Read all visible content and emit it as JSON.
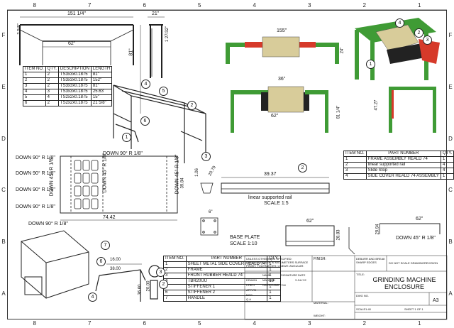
{
  "zones": {
    "top": [
      "8",
      "7",
      "6",
      "5",
      "4",
      "3",
      "2",
      "1"
    ],
    "side": [
      "F",
      "E",
      "D",
      "C",
      "B",
      "A"
    ]
  },
  "cut_list": {
    "headers": [
      "ITEM NO.",
      "QTY.",
      "DESCRIPTION",
      "LENGTH"
    ],
    "rows": [
      [
        "1",
        "2",
        "TS3x3x0.1875",
        "81\""
      ],
      [
        "2",
        "2",
        "TS3x3x0.1875",
        "152\""
      ],
      [
        "3",
        "2",
        "TS3x3x0.1875",
        "81\""
      ],
      [
        "4",
        "3",
        "TS3x3x0.1875",
        "25.63"
      ],
      [
        "5",
        "4",
        "TS2x2x0.1875",
        "15\""
      ],
      [
        "6",
        "2",
        "TS2x2x0.1875",
        "21 5/8\""
      ]
    ]
  },
  "assembly_bom": {
    "headers": [
      "ITEM NO.",
      "PART NUMBER",
      "QTY."
    ],
    "rows": [
      [
        "1",
        "FRAME ASSEMBLY HEALD 74",
        "1"
      ],
      [
        "2",
        "linear supported rail",
        "4"
      ],
      [
        "3",
        "Slide Stop",
        "4"
      ],
      [
        "4",
        "SIDE COVER HEALD 74 ASSEMBLY",
        "1"
      ]
    ]
  },
  "enclosure_bom": {
    "headers": [
      "ITEM NO.",
      "PART NUMBER",
      "QTY."
    ],
    "rows": [
      [
        "1",
        "SHEET METAL SIDE COVER HEALD 74",
        "1"
      ],
      [
        "2",
        "FRAME",
        "1"
      ],
      [
        "3",
        "FRONT RUBBER HEALD 74",
        "1"
      ],
      [
        "4",
        "TBR20UU",
        "10"
      ],
      [
        "5",
        "STIFFENER 1",
        "1"
      ],
      [
        "6",
        "STIFFENER 2",
        "1"
      ],
      [
        "7",
        "HANDLE",
        "1"
      ]
    ]
  },
  "dims": {
    "frame_width": "151 1/4\"",
    "frame_gap": "62\"",
    "frame_height": "81\"",
    "side_top": "21\"",
    "side_r": "1 27/32\"",
    "col_a": "2 5/8\"",
    "front_width": "155\"",
    "front_h": "24\"",
    "top_36": "36\"",
    "bottom_62": "62\"",
    "right_81": "81 1/4\"",
    "right_47": "47.27",
    "sheet_74": "74.42",
    "sheet_39": "39.84",
    "rail_len": "39.37",
    "rail_a": "1.06",
    "rail_b": "20.79",
    "plate_6": "6\"",
    "stiff_62": "62\"",
    "stiff_28": "28.83",
    "stiff_right": "62\"",
    "stiff_29": "29.94",
    "handle_16": "16.00",
    "handle_38": "38.00",
    "handle_36": "36.60",
    "handle_20": "20.00"
  },
  "notes": {
    "bend_90": "DOWN 90° R 1/8\"",
    "bend_45": "DOWN 45° R 1/8\"",
    "rail_label": "linear supported rail",
    "rail_scale": "SCALE 1:5",
    "plate_label": "BASE PLATE",
    "plate_scale": "SCALE 1:10",
    "down_45_right": "DOWN 45° R 1/8\""
  },
  "title_block": {
    "title": "GRINDING MACHINE ENCLOSURE",
    "size": "A3",
    "sheet": "SHEET 1 OF 1",
    "scale": "SCALE1:40",
    "dwg_no": "DWG NO.",
    "weight": "WEIGHT:",
    "material": "MATERIAL:",
    "finish": "FINISH:",
    "revision": "REVISION",
    "do_not_scale": "DO NOT SCALE DRAWING",
    "deburr": "DEBURR AND BREAK SHARP EDGES",
    "tolerances": "UNLESS OTHERWISE SPECIFIED: DIMENSIONS ARE IN MILLIMETERS SURFACE FINISH: TOLERANCES: LINEAR: ANGULAR:",
    "name": "NAME",
    "signature": "SIGNATURE",
    "date": "DATE",
    "drawn": "DRAWN",
    "drawn_by": "MAHMUD",
    "drawn_date": "3 JUL'22",
    "chkd": "CHK'D",
    "chkd_by": "GARY HAMILTON",
    "appvd": "APPV'D",
    "mfg": "MFG",
    "qa": "Q.A",
    "title_label": "TITLE:"
  },
  "colors": {
    "green": "#3f9b35",
    "red": "#d63a2a",
    "tan": "#d8cc9a",
    "dark": "#222222"
  }
}
